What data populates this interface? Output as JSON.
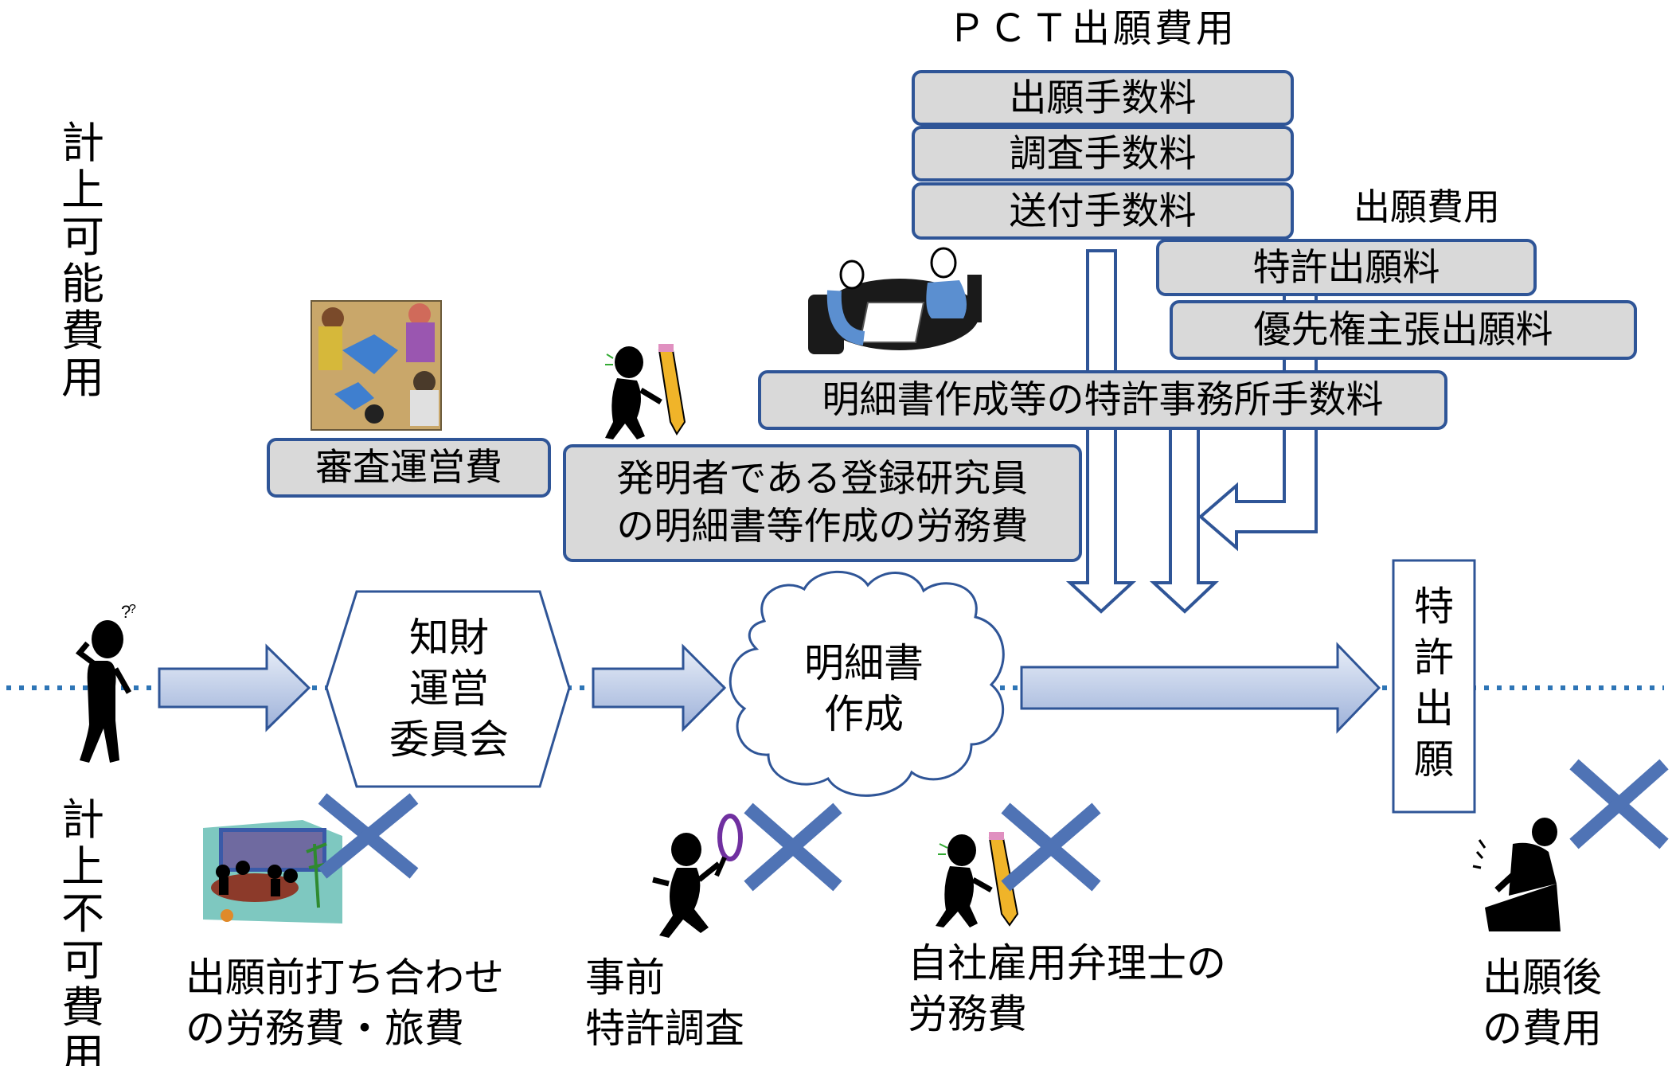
{
  "left_labels": {
    "countable": "計上可能費用",
    "not_countable": "計上不可費用"
  },
  "pct": {
    "title": "ＰＣＴ出願費用",
    "items": [
      "出願手数料",
      "調査手数料",
      "送付手数料"
    ]
  },
  "filing": {
    "title": "出願費用",
    "items": [
      "特許出願料",
      "優先権主張出願料"
    ]
  },
  "boxes": {
    "patent_office_fee": "明細書作成等の特許事務所手数料",
    "exam_cost": "審査運営費",
    "inventor_labor": "発明者である登録研究員\nの明細書等作成の労務費"
  },
  "flow": {
    "committee": "知財\n運営\n委員会",
    "drafting": "明細書\n作成",
    "application": "特許出願"
  },
  "bottom_labels": {
    "pre_meeting": "出願前打ち合わせ\nの労務費・旅費",
    "prior_search": "事前\n特許調査",
    "in_house_attorney": "自社雇用弁理士の\n労務費",
    "post_filing": "出願後\nの費用"
  },
  "colors": {
    "border_blue": "#2f5597",
    "box_fill": "#d9d9d9",
    "cross_blue": "#4f73b5",
    "arrow_fill_light": "#e8eef8",
    "arrow_fill_dark": "#9db1d9",
    "dotted_line": "#2e75b6"
  },
  "icons": [
    "confused-person-icon",
    "meeting-people-icon",
    "pencil-person-icon",
    "consultation-icon",
    "conference-room-icon",
    "magnifier-person-icon",
    "pencil-person-icon",
    "signing-person-icon",
    "cross-icon"
  ]
}
